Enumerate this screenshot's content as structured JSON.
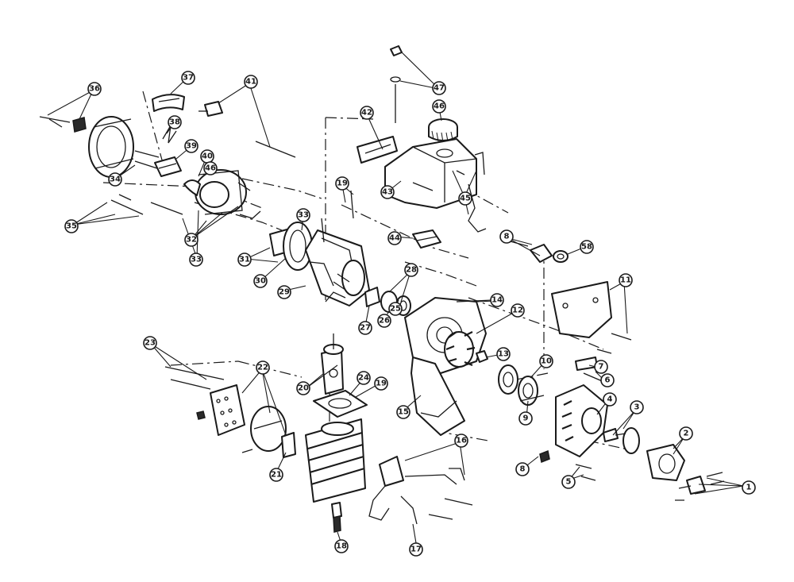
{
  "callouts": [
    {
      "id": "c1",
      "label": "1"
    },
    {
      "id": "c2",
      "label": "2"
    },
    {
      "id": "c3",
      "label": "3"
    },
    {
      "id": "c4",
      "label": "4"
    },
    {
      "id": "c5",
      "label": "5"
    },
    {
      "id": "c6",
      "label": "6"
    },
    {
      "id": "c7",
      "label": "7"
    },
    {
      "id": "c8a",
      "label": "8"
    },
    {
      "id": "c8b",
      "label": "8"
    },
    {
      "id": "c9",
      "label": "9"
    },
    {
      "id": "c10",
      "label": "10"
    },
    {
      "id": "c11",
      "label": "11"
    },
    {
      "id": "c12",
      "label": "12"
    },
    {
      "id": "c13",
      "label": "13"
    },
    {
      "id": "c14",
      "label": "14"
    },
    {
      "id": "c15",
      "label": "15"
    },
    {
      "id": "c16",
      "label": "16"
    },
    {
      "id": "c17",
      "label": "17"
    },
    {
      "id": "c18",
      "label": "18"
    },
    {
      "id": "c19a",
      "label": "19"
    },
    {
      "id": "c19b",
      "label": "19"
    },
    {
      "id": "c20",
      "label": "20"
    },
    {
      "id": "c21",
      "label": "21"
    },
    {
      "id": "c22",
      "label": "22"
    },
    {
      "id": "c23",
      "label": "23"
    },
    {
      "id": "c24",
      "label": "24"
    },
    {
      "id": "c25",
      "label": "25"
    },
    {
      "id": "c26",
      "label": "26"
    },
    {
      "id": "c27",
      "label": "27"
    },
    {
      "id": "c28",
      "label": "28"
    },
    {
      "id": "c29",
      "label": "29"
    },
    {
      "id": "c30",
      "label": "30"
    },
    {
      "id": "c31",
      "label": "31"
    },
    {
      "id": "c32",
      "label": "32"
    },
    {
      "id": "c33a",
      "label": "33"
    },
    {
      "id": "c33b",
      "label": "33"
    },
    {
      "id": "c34",
      "label": "34"
    },
    {
      "id": "c35",
      "label": "35"
    },
    {
      "id": "c36",
      "label": "36"
    },
    {
      "id": "c37",
      "label": "37"
    },
    {
      "id": "c38",
      "label": "38"
    },
    {
      "id": "c39",
      "label": "39"
    },
    {
      "id": "c40",
      "label": "40"
    },
    {
      "id": "c41",
      "label": "41"
    },
    {
      "id": "c42",
      "label": "42"
    },
    {
      "id": "c43",
      "label": "43"
    },
    {
      "id": "c44",
      "label": "44"
    },
    {
      "id": "c45",
      "label": "45"
    },
    {
      "id": "c46a",
      "label": "46"
    },
    {
      "id": "c46b",
      "label": "46"
    },
    {
      "id": "c47",
      "label": "47"
    },
    {
      "id": "c58",
      "label": "58"
    }
  ]
}
